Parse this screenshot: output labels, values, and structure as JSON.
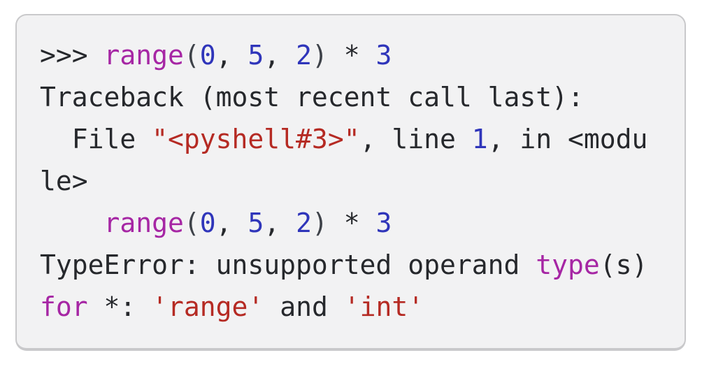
{
  "code_block": {
    "language": "python-shell-traceback",
    "background": "#f2f2f3",
    "border_color": "#c9c9cb",
    "palette": {
      "plain": "#26282c",
      "keyword": "#a626a4",
      "number": "#2f35ba",
      "string": "#b52a23",
      "punct": "#3e4249"
    },
    "full_text": ">>> range(0, 5, 2) * 3\nTraceback (most recent call last):\n  File \"<pyshell#3>\", line 1, in <module>\n    range(0, 5, 2) * 3\nTypeError: unsupported operand type(s) for *: 'range' and 'int'",
    "lines": [
      [
        {
          "t": ">>> ",
          "c": "plain"
        },
        {
          "t": "range",
          "c": "keyword"
        },
        {
          "t": "(",
          "c": "punct"
        },
        {
          "t": "0",
          "c": "number"
        },
        {
          "t": ", ",
          "c": "plain"
        },
        {
          "t": "5",
          "c": "number"
        },
        {
          "t": ", ",
          "c": "plain"
        },
        {
          "t": "2",
          "c": "number"
        },
        {
          "t": ")",
          "c": "punct"
        },
        {
          "t": " * ",
          "c": "plain"
        },
        {
          "t": "3",
          "c": "number"
        }
      ],
      [
        {
          "t": "Traceback (most recent call last):",
          "c": "plain"
        }
      ],
      [
        {
          "t": "  File ",
          "c": "plain"
        },
        {
          "t": "\"<pyshell#3>\"",
          "c": "string"
        },
        {
          "t": ", line ",
          "c": "plain"
        },
        {
          "t": "1",
          "c": "number"
        },
        {
          "t": ", in <modu",
          "c": "plain"
        }
      ],
      [
        {
          "t": "le>",
          "c": "plain"
        }
      ],
      [
        {
          "t": "    ",
          "c": "plain"
        },
        {
          "t": "range",
          "c": "keyword"
        },
        {
          "t": "(",
          "c": "punct"
        },
        {
          "t": "0",
          "c": "number"
        },
        {
          "t": ", ",
          "c": "plain"
        },
        {
          "t": "5",
          "c": "number"
        },
        {
          "t": ", ",
          "c": "plain"
        },
        {
          "t": "2",
          "c": "number"
        },
        {
          "t": ")",
          "c": "punct"
        },
        {
          "t": " * ",
          "c": "plain"
        },
        {
          "t": "3",
          "c": "number"
        }
      ],
      [
        {
          "t": "TypeError: unsupported operand ",
          "c": "plain"
        },
        {
          "t": "type",
          "c": "keyword"
        },
        {
          "t": "(s)",
          "c": "plain"
        }
      ],
      [
        {
          "t": "for",
          "c": "keyword"
        },
        {
          "t": " *: ",
          "c": "plain"
        },
        {
          "t": "'range'",
          "c": "string"
        },
        {
          "t": " and ",
          "c": "plain"
        },
        {
          "t": "'int'",
          "c": "string"
        }
      ]
    ]
  }
}
